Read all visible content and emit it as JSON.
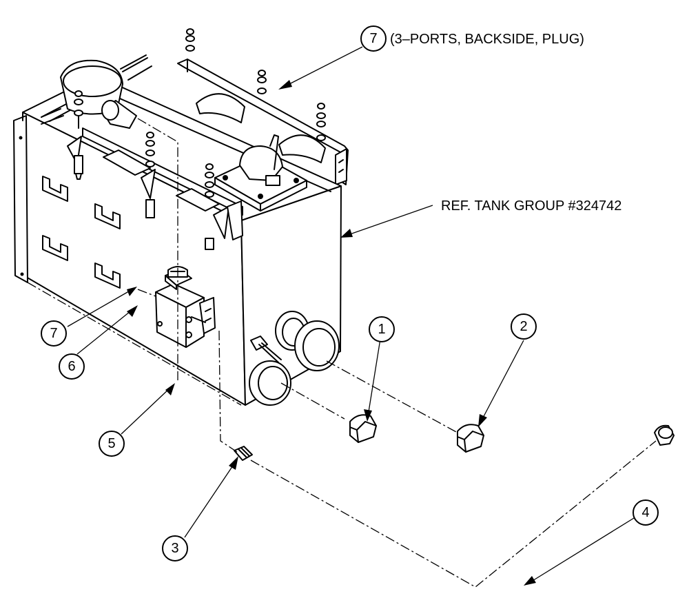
{
  "callouts": [
    {
      "id": "c1",
      "label": "1"
    },
    {
      "id": "c2",
      "label": "2"
    },
    {
      "id": "c3",
      "label": "3"
    },
    {
      "id": "c4",
      "label": "4"
    },
    {
      "id": "c5",
      "label": "5"
    },
    {
      "id": "c6",
      "label": "6"
    },
    {
      "id": "c7a",
      "label": "7"
    },
    {
      "id": "c7b",
      "label": "7"
    }
  ],
  "notes": {
    "ports_note": "(3–PORTS, BACKSIDE, PLUG)",
    "tank_ref": "REF. TANK GROUP #324742"
  }
}
